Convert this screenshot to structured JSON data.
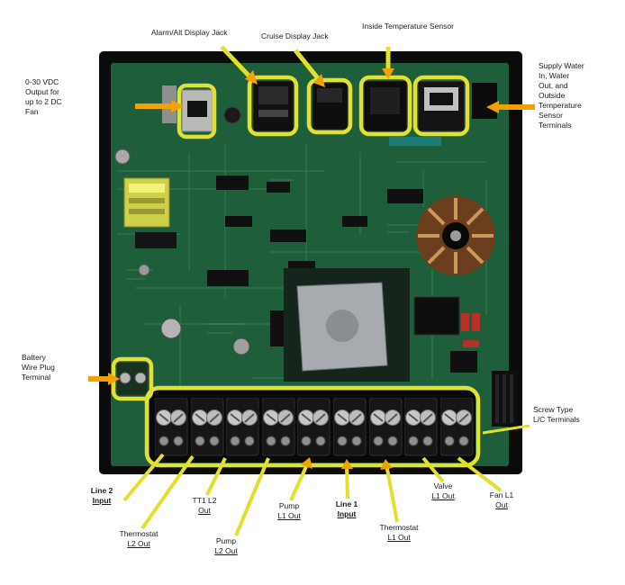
{
  "figure": {
    "description": "Annotated photo of a furnace controller circuit board with callout labels"
  },
  "colors": {
    "callout": "#dfe233",
    "arrow": "#f2a100",
    "leader": "#e3df2d",
    "board": "#1e5e3a",
    "photo": "#0b0b0b"
  },
  "callouts": {
    "fan_output": "0-30 VDC\nOutput for\nup to 2 DC\nFan",
    "alarm_jack": "Alarm/Alt Display Jack",
    "cruise_jack": "Cruise Display Jack",
    "inside_sensor": "Inside Temperature Sensor",
    "sensor_terminals": "Supply Water\nIn, Water\nOut, and\nOutside\nTemperature\nSensor\nTerminals",
    "battery_terminal": "Battery\nWire Plug\nTerminal",
    "screw_terminals": "Screw Type\nL/C Terminals"
  },
  "terminals": [
    {
      "line1": "Line 2",
      "line2": "Input"
    },
    {
      "line1": "Thermostat",
      "line2": "L2 Out"
    },
    {
      "line1": "TT1 L2",
      "line2": "Out"
    },
    {
      "line1": "Pump",
      "line2": "L2 Out"
    },
    {
      "line1": "Pump",
      "line2": "L1 Out"
    },
    {
      "line1": "Line 1",
      "line2": "Input"
    },
    {
      "line1": "Thermostat",
      "line2": "L1 Out"
    },
    {
      "line1": "Valve",
      "line2": "L1 Out"
    },
    {
      "line1": "Fan L1",
      "line2": "Out"
    }
  ]
}
